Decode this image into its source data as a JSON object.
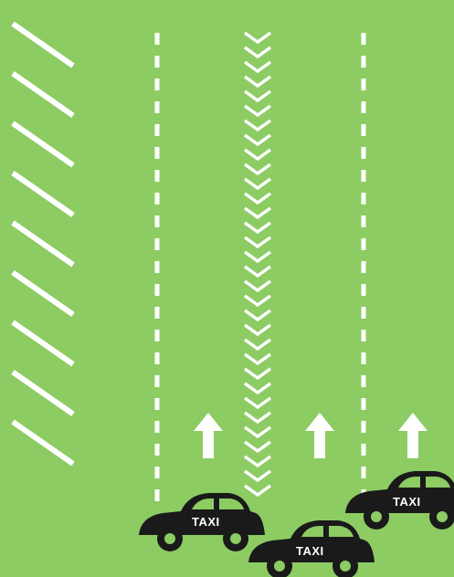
{
  "colors": {
    "road": "#8ccc63",
    "markings": "#ffffff",
    "taxi_body": "#1a1a1a"
  },
  "taxis": [
    {
      "label": "TAXI",
      "direction": "up"
    },
    {
      "label": "TAXI",
      "direction": "up"
    },
    {
      "label": "TAXI",
      "direction": "up"
    }
  ],
  "lane_arrows": [
    {
      "icon": "arrow-up-icon"
    },
    {
      "icon": "arrow-up-icon"
    },
    {
      "icon": "arrow-up-icon"
    }
  ],
  "markings": {
    "hatched_area": "diagonal-hatch",
    "center_line": "chevron-line",
    "lane_dividers": "dashed-line"
  }
}
